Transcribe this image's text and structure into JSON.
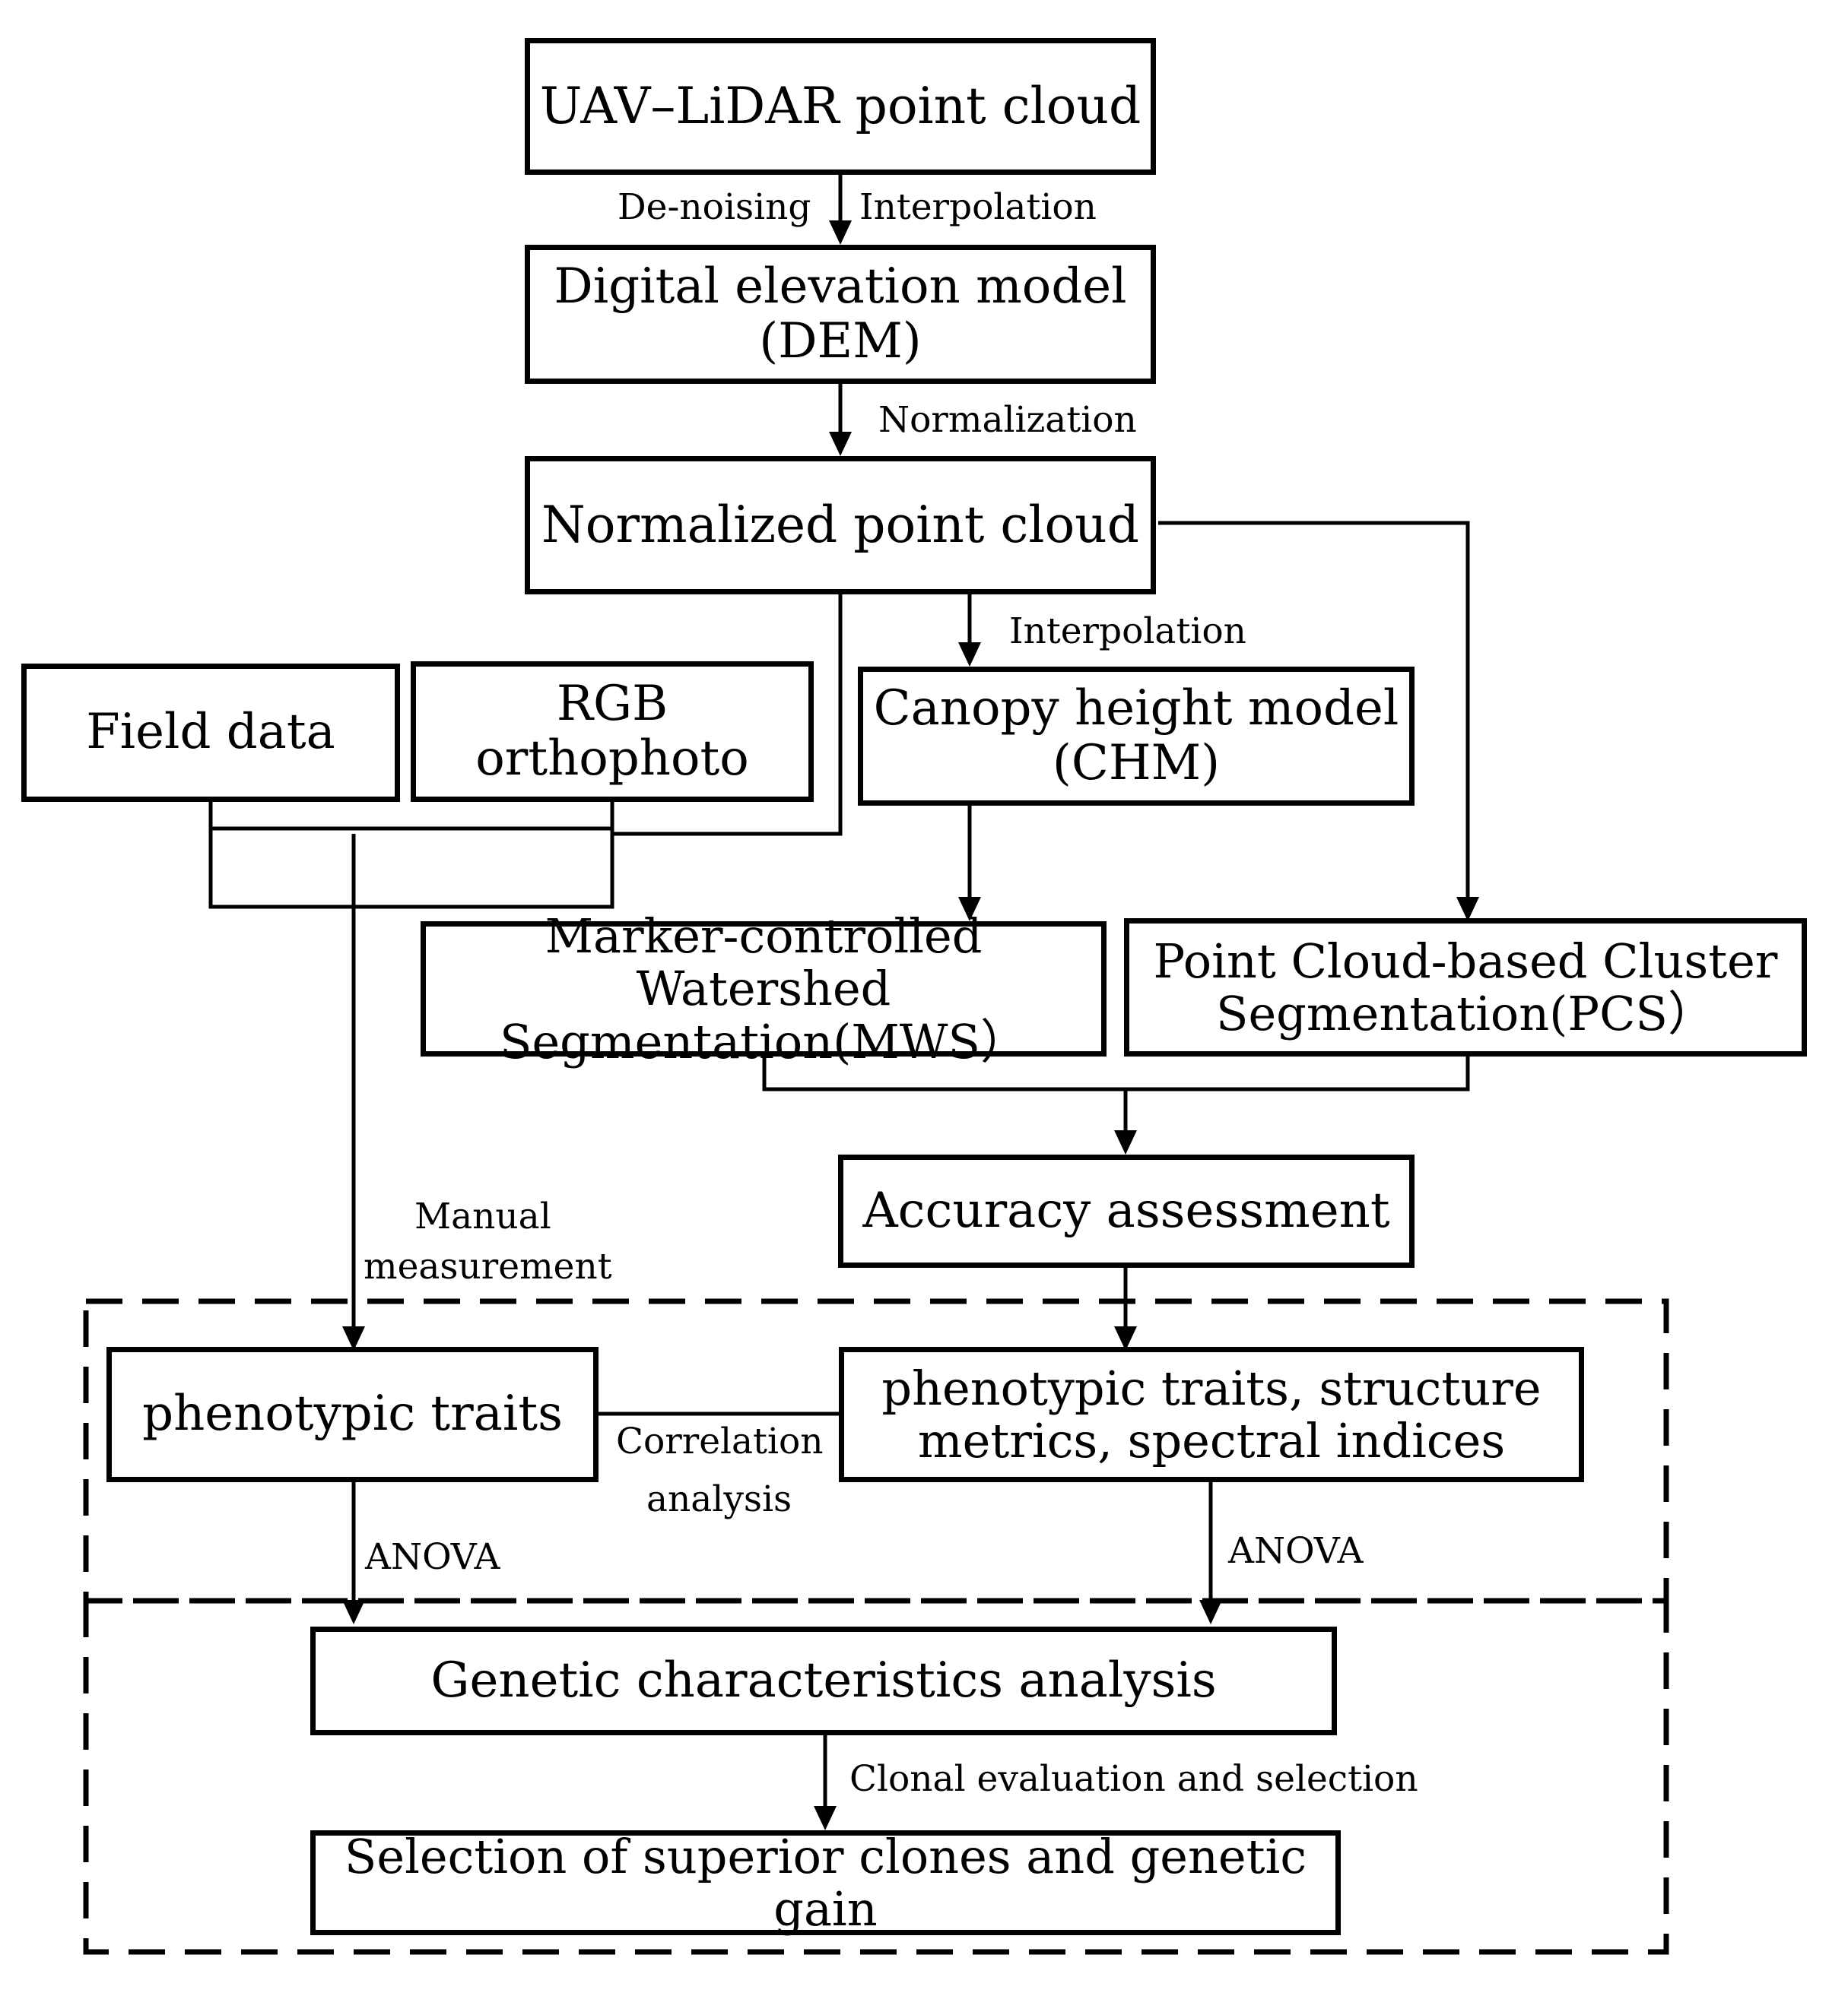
{
  "nodes": {
    "uav": "UAV–LiDAR point cloud",
    "dem_1": "Digital elevation model",
    "dem_2": "(DEM)",
    "normalized": "Normalized point cloud",
    "field": "Field data",
    "rgb": "RGB orthophoto",
    "chm_1": "Canopy height model",
    "chm_2": "(CHM)",
    "mws_1": "Marker-controlled Watershed",
    "mws_2": "Segmentation(MWS）",
    "pcs_1": "Point Cloud-based Cluster",
    "pcs_2": "Segmentation(PCS）",
    "accuracy": "Accuracy assessment",
    "phen_left": "phenotypic traits",
    "phen_right_1": "phenotypic traits, structure",
    "phen_right_2": "metrics, spectral indices",
    "genetic": "Genetic characteristics analysis",
    "selection": "Selection of superior clones and genetic gain"
  },
  "labels": {
    "denoising": "De-noising",
    "interpolation_top": "Interpolation",
    "normalization": "Normalization",
    "interpolation_mid": "Interpolation",
    "manual_1": "Manual",
    "manual_2": "measurement",
    "correlation_1": "Correlation",
    "correlation_2": "analysis",
    "anova_left": "ANOVA",
    "anova_right": "ANOVA",
    "clonal": "Clonal evaluation and selection"
  }
}
